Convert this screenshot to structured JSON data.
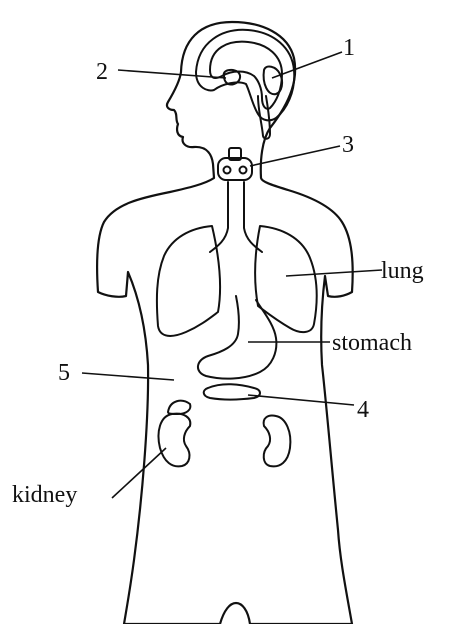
{
  "labels": {
    "pituitary_number": "1",
    "hypothalamus_number": "2",
    "thyroid_number": "3",
    "pancreas_number": "4",
    "adrenal_number": "5",
    "lung": "lung",
    "stomach": "stomach",
    "kidney": "kidney"
  },
  "colors": {
    "ink": "#111111",
    "background": "#ffffff"
  }
}
